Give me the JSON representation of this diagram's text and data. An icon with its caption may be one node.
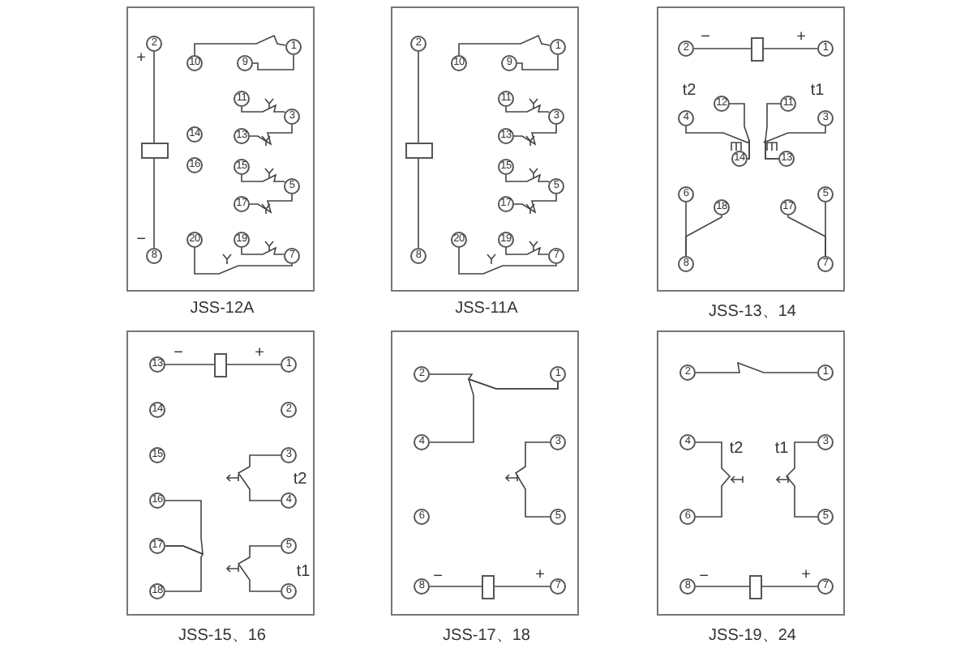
{
  "diagram": {
    "nodes": [
      {
        "text": [
          "JSS-12A"
        ]
      },
      {
        "text": [
          "2"
        ],
        "in": 0
      },
      {
        "text": [
          "1"
        ],
        "in": 0
      },
      {
        "text": [
          "10"
        ],
        "in": 0
      },
      {
        "text": [
          "9"
        ],
        "in": 0
      },
      {
        "text": [
          "11"
        ],
        "in": 0
      },
      {
        "text": [
          "3"
        ],
        "in": 0
      },
      {
        "text": [
          "14"
        ],
        "in": 0
      },
      {
        "text": [
          "13"
        ],
        "in": 0
      },
      {
        "text": [],
        "shape": "box",
        "in": 0
      },
      {
        "text": [
          "16"
        ],
        "in": 0
      },
      {
        "text": [
          "15"
        ],
        "in": 0
      },
      {
        "text": [
          "5"
        ],
        "in": 0
      },
      {
        "text": [
          "17"
        ],
        "in": 0
      },
      {
        "text": [
          "20"
        ],
        "in": 0
      },
      {
        "text": [
          "19"
        ],
        "in": 0
      },
      {
        "text": [
          "7"
        ],
        "in": 0
      },
      {
        "text": [
          "8"
        ],
        "in": 0
      },
      {
        "text": [
          "JSS-11A"
        ]
      },
      {
        "text": [
          "2"
        ],
        "in": 18
      },
      {
        "text": [
          "1"
        ],
        "in": 18
      },
      {
        "text": [
          "10"
        ],
        "in": 18
      },
      {
        "text": [
          "9"
        ],
        "in": 18
      },
      {
        "text": [
          "11"
        ],
        "in": 18
      },
      {
        "text": [
          "3"
        ],
        "in": 18
      },
      {
        "text": [
          "13"
        ],
        "in": 18
      },
      {
        "text": [],
        "shape": "box",
        "in": 18
      },
      {
        "text": [
          "15"
        ],
        "in": 18
      },
      {
        "text": [
          "5"
        ],
        "in": 18
      },
      {
        "text": [
          "17"
        ],
        "in": 18
      },
      {
        "text": [
          "20"
        ],
        "in": 18
      },
      {
        "text": [
          "19"
        ],
        "in": 18
      },
      {
        "text": [
          "7"
        ],
        "in": 18
      },
      {
        "text": [
          "8"
        ],
        "in": 18
      },
      {
        "text": [
          "JSS-13、14"
        ]
      },
      {
        "text": [
          "2"
        ],
        "in": 34
      },
      {
        "text": [],
        "shape": "box",
        "in": 34
      },
      {
        "text": [
          "1"
        ],
        "in": 34
      },
      {
        "text": [
          "12"
        ],
        "in": 34
      },
      {
        "text": [
          "11"
        ],
        "in": 34
      },
      {
        "text": [
          "4"
        ],
        "in": 34
      },
      {
        "text": [
          "3"
        ],
        "in": 34
      },
      {
        "text": [
          "14"
        ],
        "in": 34
      },
      {
        "text": [
          "13"
        ],
        "in": 34
      },
      {
        "text": [
          "6"
        ],
        "in": 34
      },
      {
        "text": [
          "5"
        ],
        "in": 34
      },
      {
        "text": [
          "18"
        ],
        "in": 34
      },
      {
        "text": [
          "17"
        ],
        "in": 34
      },
      {
        "text": [
          "8"
        ],
        "in": 34
      },
      {
        "text": [
          "7"
        ],
        "in": 34
      },
      {
        "text": [
          "JSS-15、16"
        ]
      },
      {
        "text": [
          "13"
        ],
        "in": 50
      },
      {
        "text": [],
        "shape": "box",
        "in": 50
      },
      {
        "text": [
          "1"
        ],
        "in": 50
      },
      {
        "text": [
          "14"
        ],
        "in": 50
      },
      {
        "text": [
          "2"
        ],
        "in": 50
      },
      {
        "text": [
          "15"
        ],
        "in": 50
      },
      {
        "text": [
          "3"
        ],
        "in": 50
      },
      {
        "text": [
          "16"
        ],
        "in": 50
      },
      {
        "text": [
          "4"
        ],
        "in": 50
      },
      {
        "text": [
          "17"
        ],
        "in": 50
      },
      {
        "text": [
          "5"
        ],
        "in": 50
      },
      {
        "text": [
          "18"
        ],
        "in": 50
      },
      {
        "text": [
          "6"
        ],
        "in": 50
      },
      {
        "text": [
          "JSS-17、18"
        ]
      },
      {
        "text": [
          "2"
        ],
        "in": 64
      },
      {
        "text": [
          "1"
        ],
        "in": 64
      },
      {
        "text": [
          "4"
        ],
        "in": 64
      },
      {
        "text": [
          "3"
        ],
        "in": 64
      },
      {
        "text": [
          "6"
        ],
        "in": 64
      },
      {
        "text": [
          "5"
        ],
        "in": 64
      },
      {
        "text": [
          "8"
        ],
        "in": 64
      },
      {
        "text": [],
        "shape": "box",
        "in": 64
      },
      {
        "text": [
          "7"
        ],
        "in": 64
      },
      {
        "text": [
          "JSS-19、24"
        ]
      },
      {
        "text": [
          "2"
        ],
        "in": 74
      },
      {
        "text": [
          "1"
        ],
        "in": 74
      },
      {
        "text": [
          "4"
        ],
        "in": 74
      },
      {
        "text": [
          "3"
        ],
        "in": 74
      },
      {
        "text": [
          "6"
        ],
        "in": 74
      },
      {
        "text": [
          "5"
        ],
        "in": 74
      },
      {
        "text": [
          "8"
        ],
        "in": 74
      },
      {
        "text": [],
        "shape": "box",
        "in": 74
      },
      {
        "text": [
          "7"
        ],
        "in": 74
      }
    ],
    "edges": [
      {
        "from": 1,
        "to": 9,
        "arrow": "none"
      },
      {
        "from": 9,
        "to": 17,
        "arrow": "none"
      },
      {
        "from": 3,
        "to": 2,
        "arrow": "none"
      },
      {
        "from": 4,
        "to": 2,
        "arrow": "none"
      },
      {
        "from": 5,
        "to": 6,
        "arrow": "none"
      },
      {
        "from": 8,
        "to": 6,
        "arrow": "none"
      },
      {
        "from": 11,
        "to": 12,
        "arrow": "none"
      },
      {
        "from": 13,
        "to": 12,
        "arrow": "none"
      },
      {
        "from": 15,
        "to": 16,
        "arrow": "none"
      },
      {
        "from": 14,
        "to": 16,
        "arrow": "none"
      },
      {
        "from": 19,
        "to": 26,
        "arrow": "none"
      },
      {
        "from": 26,
        "to": 33,
        "arrow": "none"
      },
      {
        "from": 21,
        "to": 20,
        "arrow": "none"
      },
      {
        "from": 22,
        "to": 20,
        "arrow": "none"
      },
      {
        "from": 23,
        "to": 24,
        "arrow": "none"
      },
      {
        "from": 25,
        "to": 24,
        "arrow": "none"
      },
      {
        "from": 27,
        "to": 28,
        "arrow": "none"
      },
      {
        "from": 29,
        "to": 28,
        "arrow": "none"
      },
      {
        "from": 31,
        "to": 32,
        "arrow": "none"
      },
      {
        "from": 30,
        "to": 32,
        "arrow": "none"
      },
      {
        "from": 35,
        "to": 36,
        "arrow": "none"
      },
      {
        "from": 36,
        "to": 37,
        "arrow": "none"
      },
      {
        "from": 40,
        "to": 42,
        "arrow": "none"
      },
      {
        "from": 38,
        "to": 42,
        "arrow": "none"
      },
      {
        "from": 41,
        "to": 43,
        "arrow": "none"
      },
      {
        "from": 39,
        "to": 43,
        "arrow": "none"
      },
      {
        "from": 44,
        "to": 48,
        "arrow": "none"
      },
      {
        "from": 46,
        "to": 48,
        "arrow": "none"
      },
      {
        "from": 45,
        "to": 49,
        "arrow": "none"
      },
      {
        "from": 47,
        "to": 49,
        "arrow": "none"
      },
      {
        "from": 51,
        "to": 52,
        "arrow": "none"
      },
      {
        "from": 52,
        "to": 53,
        "arrow": "none"
      },
      {
        "from": 57,
        "to": 59,
        "arrow": "none"
      },
      {
        "from": 58,
        "to": 60,
        "arrow": "none"
      },
      {
        "from": 61,
        "to": 63,
        "arrow": "none"
      },
      {
        "from": 62,
        "to": 60,
        "arrow": "none"
      },
      {
        "from": 65,
        "to": 66,
        "arrow": "none"
      },
      {
        "from": 67,
        "to": 66,
        "arrow": "none"
      },
      {
        "from": 68,
        "to": 70,
        "arrow": "none"
      },
      {
        "from": 71,
        "to": 72,
        "arrow": "none"
      },
      {
        "from": 72,
        "to": 73,
        "arrow": "none"
      },
      {
        "from": 75,
        "to": 76,
        "arrow": "none"
      },
      {
        "from": 77,
        "to": 79,
        "arrow": "none"
      },
      {
        "from": 78,
        "to": 80,
        "arrow": "none"
      },
      {
        "from": 81,
        "to": 82,
        "arrow": "none"
      },
      {
        "from": 82,
        "to": 83,
        "arrow": "none"
      }
    ],
    "labels": [
      "+",
      "−",
      "−",
      "+",
      "t2",
      "t1",
      "−",
      "+",
      "t2",
      "t1",
      "−",
      "+",
      "t2",
      "t1",
      "−",
      "+"
    ]
  }
}
